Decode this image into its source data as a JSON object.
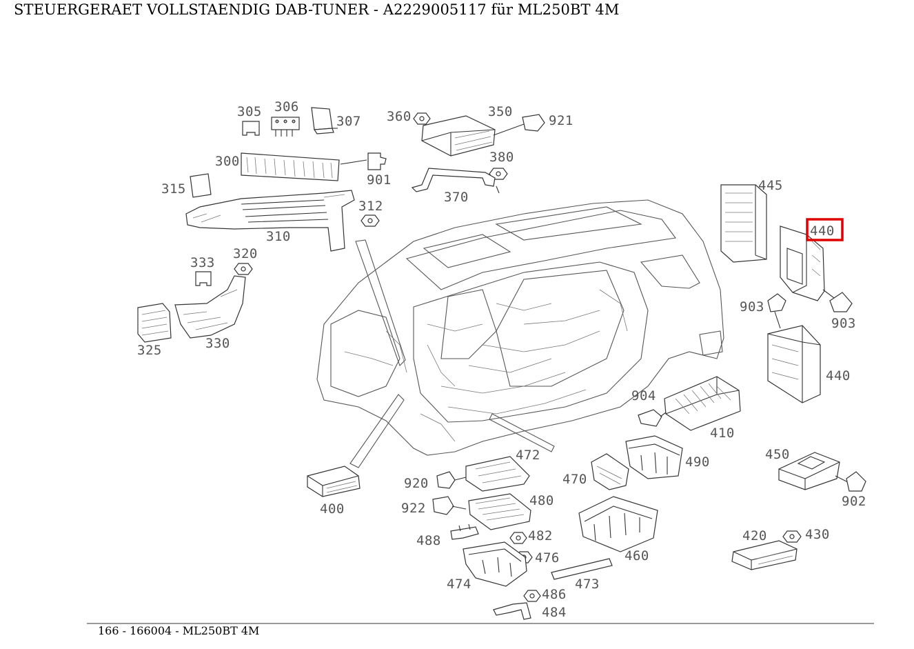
{
  "title": "STEUERGERAET VOLLSTAENDIG DAB-TUNER - A2229005117 für ML250BT 4M",
  "footer": "166 - 166004 - ML250BT 4M",
  "highlight_color": "#e00000",
  "highlighted_part": "440",
  "labels": {
    "p305": "305",
    "p306": "306",
    "p307": "307",
    "p360": "360",
    "p350": "350",
    "p921": "921",
    "p300": "300",
    "p901": "901",
    "p380": "380",
    "p370": "370",
    "p315": "315",
    "p312": "312",
    "p310": "310",
    "p333": "333",
    "p320": "320",
    "p325": "325",
    "p330": "330",
    "p445": "445",
    "p440a": "440",
    "p903a": "903",
    "p903b": "903",
    "p440b": "440",
    "p904": "904",
    "p410": "410",
    "p490": "490",
    "p450": "450",
    "p472": "472",
    "p470": "470",
    "p920": "920",
    "p480": "480",
    "p902": "902",
    "p400": "400",
    "p922": "922",
    "p488": "488",
    "p482": "482",
    "p476": "476",
    "p460": "460",
    "p420": "420",
    "p430": "430",
    "p474": "474",
    "p473": "473",
    "p486": "486",
    "p484": "484"
  }
}
